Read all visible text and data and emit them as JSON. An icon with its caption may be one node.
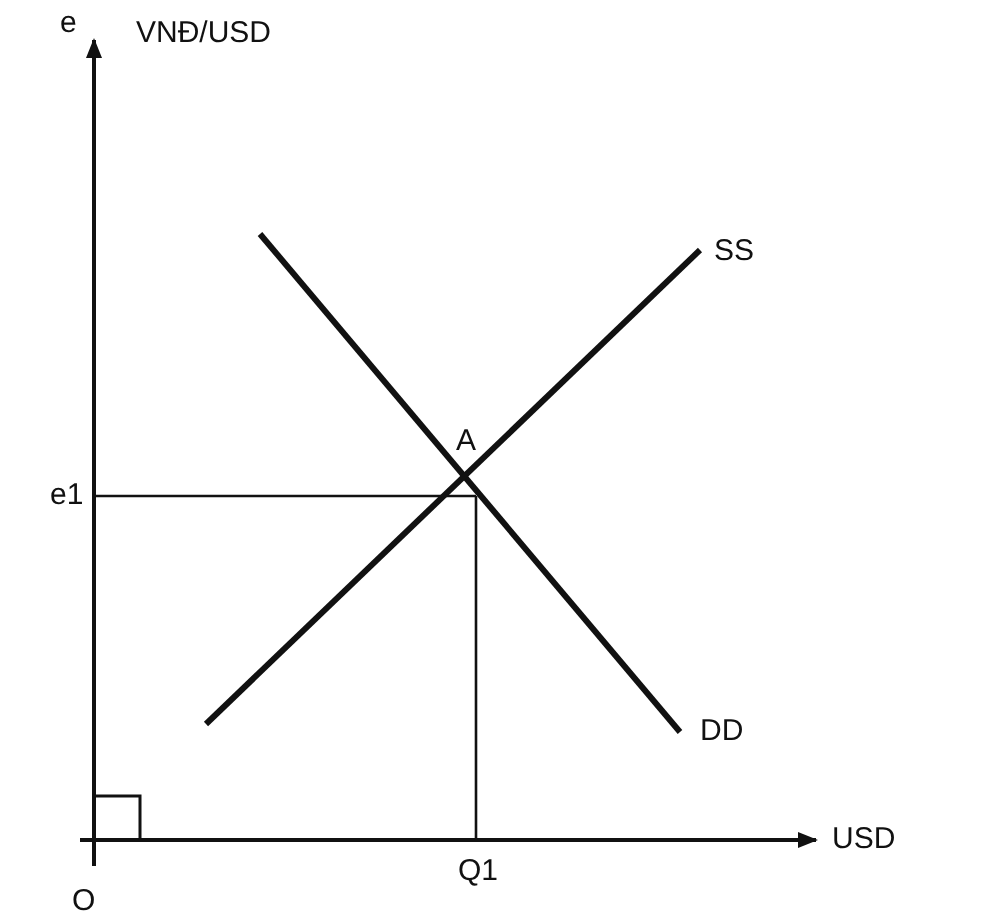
{
  "diagram": {
    "labels": [
      "e",
      "VNĐ/USD",
      "SS",
      "A",
      "e1",
      "DD",
      "O",
      "Q1",
      "USD"
    ]
  }
}
